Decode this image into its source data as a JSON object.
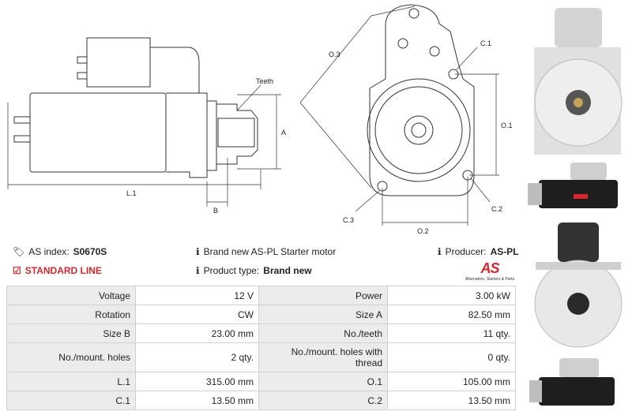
{
  "drawing": {
    "labels": {
      "teeth": "Teeth",
      "a": "A",
      "l1": "L.1",
      "b": "B",
      "o3": "O.3",
      "c1": "C.1",
      "o1": "O.1",
      "c3": "C.3",
      "c2": "C.2",
      "o2": "O.2"
    }
  },
  "info": {
    "as_index_label": "AS index:",
    "as_index_value": "S0670S",
    "standard_line": "STANDARD LINE",
    "description": "Brand new AS-PL Starter motor",
    "product_type_label": "Product type:",
    "product_type_value": "Brand new",
    "producer_label": "Producer:",
    "producer_value": "AS-PL"
  },
  "logo": {
    "mark_a": "AS",
    "mark_b": "",
    "tagline": "Alternators, Starters & Parts"
  },
  "specs": [
    {
      "k1": "Voltage",
      "v1": "12 V",
      "k2": "Power",
      "v2": "3.00 kW"
    },
    {
      "k1": "Rotation",
      "v1": "CW",
      "k2": "Size A",
      "v2": "82.50 mm"
    },
    {
      "k1": "Size B",
      "v1": "23.00 mm",
      "k2": "No./teeth",
      "v2": "11 qty."
    },
    {
      "k1": "No./mount. holes",
      "v1": "2 qty.",
      "k2": "No./mount. holes with thread",
      "v2": "0 qty."
    },
    {
      "k1": "L.1",
      "v1": "315.00 mm",
      "k2": "O.1",
      "v2": "105.00 mm"
    },
    {
      "k1": "C.1",
      "v1": "13.50 mm",
      "k2": "C.2",
      "v2": "13.50 mm"
    }
  ],
  "colors": {
    "accent": "#d8262c",
    "label_bg": "#ececec",
    "border": "#d0d0d0"
  }
}
